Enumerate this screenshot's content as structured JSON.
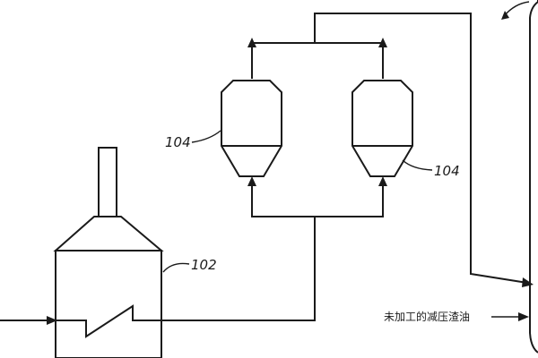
{
  "labels": {
    "furnace": "102",
    "drum_left": "104",
    "drum_right": "104",
    "feed": "未加工的减压渣油"
  }
}
